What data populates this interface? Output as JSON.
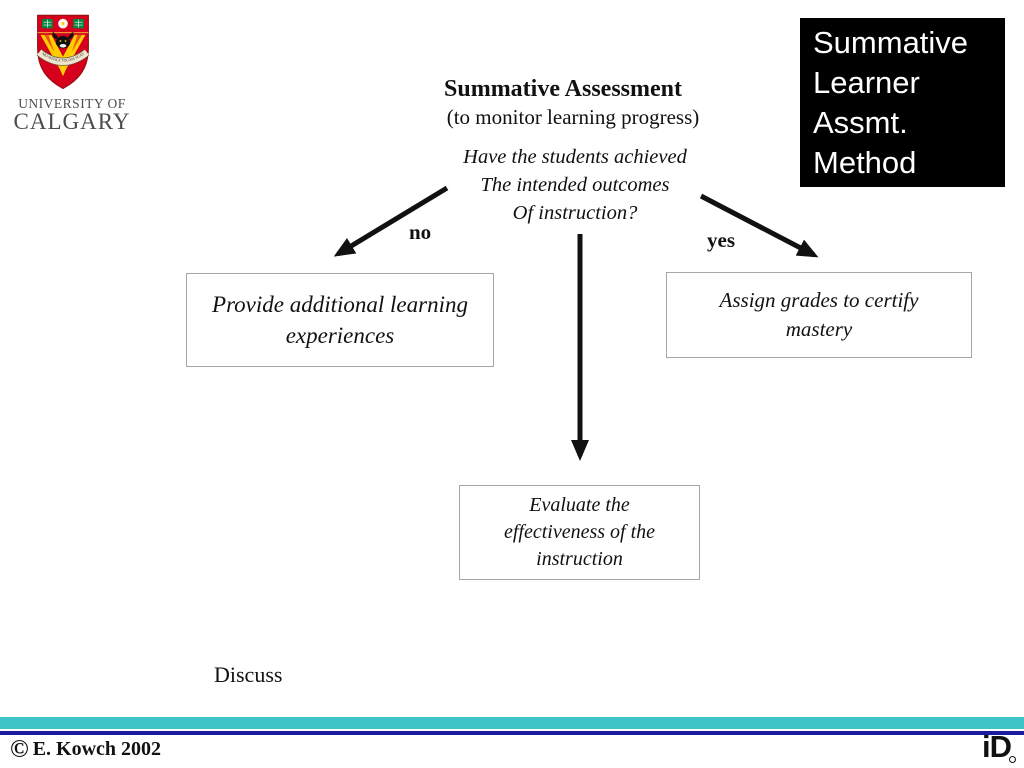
{
  "logo": {
    "institution_line1": "UNIVERSITY OF",
    "institution_line2": "CALGARY",
    "crest_motto": "MO SHÙILE TOGAM SUAS",
    "colors": {
      "shield_red": "#d6001c",
      "gold": "#ffcd00",
      "book_green": "#00843d",
      "text_gray": "#4c4c4e"
    }
  },
  "corner_title": {
    "lines": [
      "Summative",
      "Learner",
      "Assmt.",
      "Method"
    ],
    "background": "#000000",
    "text_color": "#ffffff"
  },
  "heading": {
    "title": "Summative Assessment",
    "subtitle": "(to monitor learning progress)",
    "question_lines": [
      "Have the students achieved",
      "The intended outcomes",
      "Of instruction?"
    ]
  },
  "branches": {
    "no_label": "no",
    "yes_label": "yes"
  },
  "flow_boxes": {
    "left": {
      "lines": [
        "Provide additional learning",
        "experiences"
      ]
    },
    "right": {
      "lines": [
        "Assign grades to certify",
        "mastery"
      ]
    },
    "bottom": {
      "lines": [
        "Evaluate the",
        "effectiveness of the",
        "instruction"
      ]
    }
  },
  "footer": {
    "discuss_label": "Discuss",
    "copyright_symbol": "©",
    "copyright_text": "E. Kowch 2002",
    "brand_logo": "iD",
    "teal_bar_color": "#3ec4c6",
    "navy_line_color": "#1a1a9c"
  }
}
